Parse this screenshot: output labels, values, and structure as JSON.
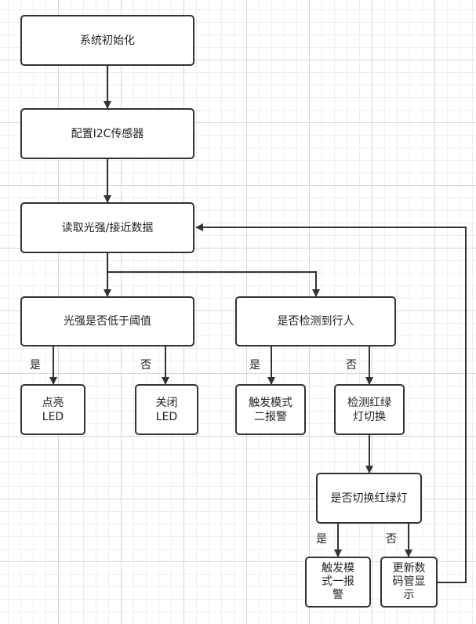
{
  "nodes": {
    "init": "系统初始化",
    "config_i2c": "配置I2C传感器",
    "read_sensor": "读取光强/接近数据",
    "check_light": "光强是否低于阈值",
    "check_pedestrian": "是否检测到行人",
    "led_on": "点亮\nLED",
    "led_off": "关闭\nLED",
    "alarm_mode2": "触发模式\n二报警",
    "detect_switch": "检测红绿\n灯切换",
    "check_switch": "是否切换红绿灯",
    "alarm_mode1": "触发模\n式一报\n警",
    "update_display": "更新数\n码管显\n示"
  },
  "edge_labels": {
    "yes": "是",
    "no": "否"
  },
  "colors": {
    "stroke": "#333333",
    "fill": "#ffffff",
    "text": "#222222"
  }
}
